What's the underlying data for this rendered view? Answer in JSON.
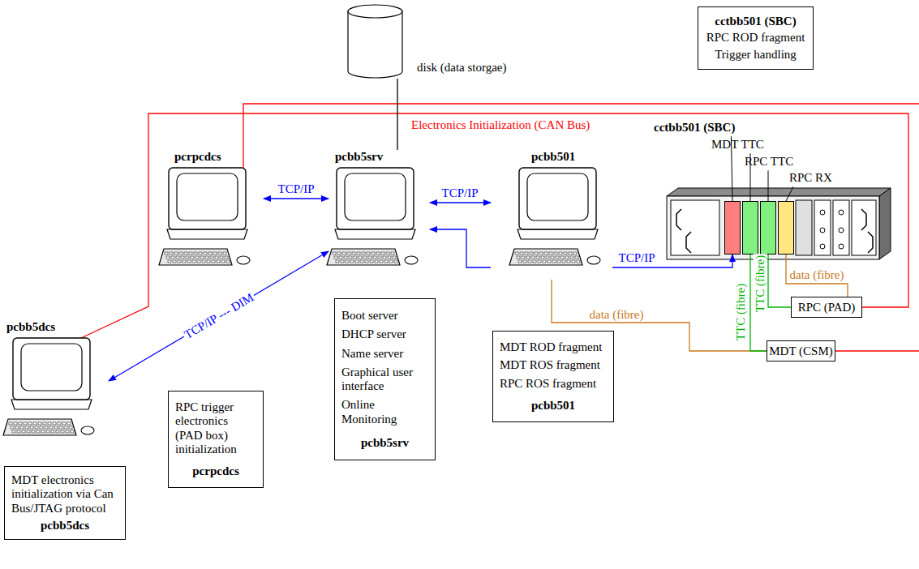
{
  "diagram": {
    "nodes": [
      {
        "text": [
          "disk (data storgae)"
        ]
      },
      {
        "text": [
          "cctbb501 (SBC)",
          "RPC ROD fragment",
          "Trigger handling"
        ]
      },
      {
        "text": [
          "pcrpcdcs"
        ]
      },
      {
        "text": [
          "pcbb5srv"
        ]
      },
      {
        "text": [
          "pcbb501"
        ]
      },
      {
        "text": [
          "cctbb501 (SBC)"
        ]
      },
      {
        "text": [
          "MDT TTC"
        ]
      },
      {
        "text": [
          "RPC TTC"
        ]
      },
      {
        "text": [
          "RPC RX"
        ]
      },
      {
        "text": [
          "pcbb5dcs"
        ]
      },
      {
        "text": [
          "RPC (PAD)"
        ]
      },
      {
        "text": [
          "MDT (CSM)"
        ]
      },
      {
        "text": [
          "MDT electronics initialization via Can Bus/JTAG protocol",
          "pcbb5dcs"
        ]
      },
      {
        "text": [
          "RPC trigger electronics (PAD box) initialization",
          "pcrpcdcs"
        ]
      },
      {
        "text": [
          "Boot server",
          "DHCP server",
          "Name server",
          "Graphical user interface",
          "Online Monitoring",
          "pcbb5srv"
        ]
      },
      {
        "text": [
          "MDT ROD fragment",
          "MDT ROS fragment",
          "RPC ROS fragment",
          "pcbb501"
        ]
      }
    ],
    "edges": [
      {
        "from": 0,
        "to": 3,
        "arrow": "none"
      },
      {
        "from": 2,
        "to": 3,
        "label": "TCP/IP",
        "arrow": "both"
      },
      {
        "from": 3,
        "to": 4,
        "label": "TCP/IP",
        "arrow": "both"
      },
      {
        "from": 4,
        "to": 3,
        "arrow": "to"
      },
      {
        "from": 4,
        "to": 5,
        "label": "TCP/IP",
        "arrow": "to"
      },
      {
        "from": 3,
        "to": 9,
        "label": "TCP/IP --- DIM",
        "arrow": "both"
      },
      {
        "from": 4,
        "to": 11,
        "label": "data (fibre)",
        "arrow": "none"
      },
      {
        "from": 8,
        "to": 10,
        "label": "data (fibre)",
        "arrow": "none"
      },
      {
        "from": 6,
        "to": 11,
        "label": "TTC (fibre)",
        "arrow": "none"
      },
      {
        "from": 7,
        "to": 10,
        "label": "TTC (fibre)",
        "arrow": "none"
      }
    ],
    "labels": [
      "Electronics Initialization (CAN Bus)"
    ]
  }
}
